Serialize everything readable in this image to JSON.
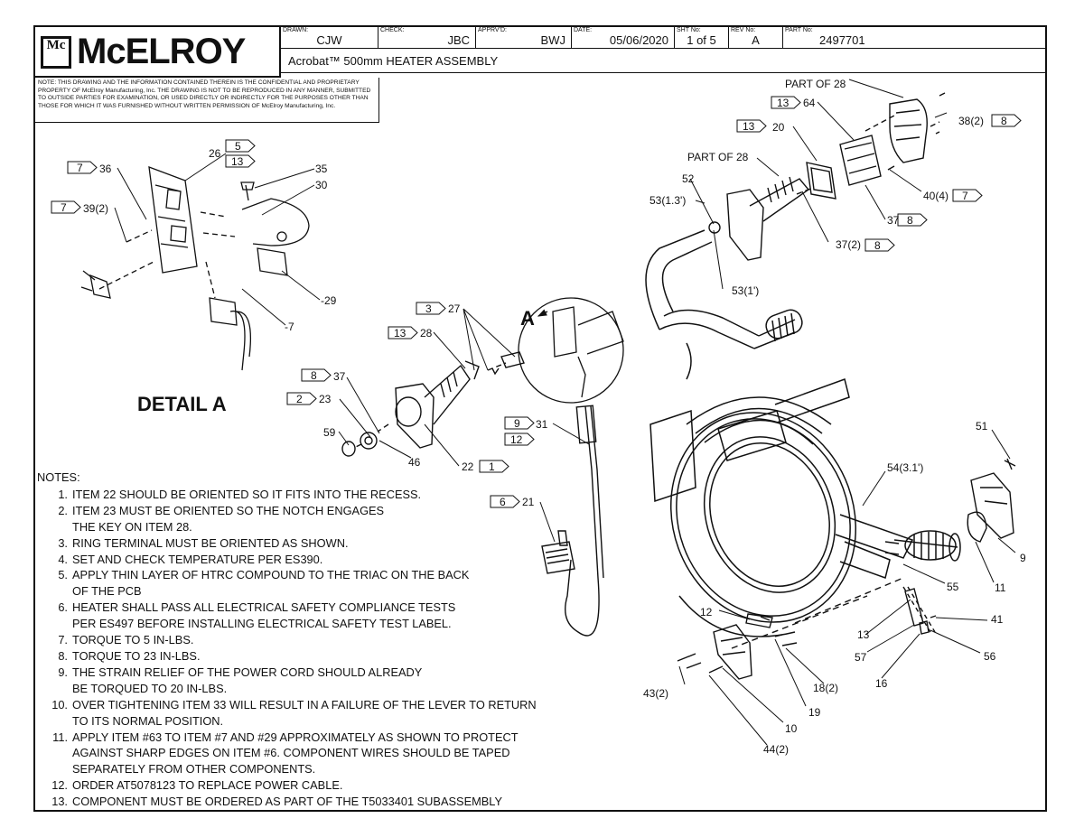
{
  "title_block": {
    "logo_mark": "Mc",
    "logo_text": "McELROY",
    "drawn_label": "DRAWN:",
    "drawn_value": "CJW",
    "check_label": "CHECK:",
    "check_value": "JBC",
    "apprvd_label": "APPRV'D:",
    "apprvd_value": "BWJ",
    "date_label": "DATE:",
    "date_value": "05/06/2020",
    "sht_label": "SHT No:",
    "sht_value": "1 of 5",
    "rev_label": "REV No:",
    "rev_value": "A",
    "part_label": "PART No:",
    "part_value": "2497701",
    "title": "Acrobat™ 500mm HEATER ASSEMBLY",
    "confidential_note": "NOTE: THIS DRAWING AND THE INFORMATION CONTAINED THEREIN IS THE CONFIDENTIAL AND PROPRIETARY PROPERTY OF McElroy Manufacturing, Inc. THE DRAWING IS NOT TO BE REPRODUCED IN ANY MANNER, SUBMITTED TO OUTSIDE PARTIES FOR EXAMINATION, OR USED DIRECTLY OR INDIRECTLY FOR THE PURPOSES OTHER THAN THOSE FOR WHICH IT WAS FURNISHED WITHOUT WRITTEN PERMISSION OF McElroy Manufacturing, Inc."
  },
  "detail_label": "DETAIL A",
  "detail_callout": "A",
  "callouts": {
    "c36": "36",
    "c39": "39(2)",
    "c26": "26",
    "c35": "35",
    "c30": "30",
    "c29": "-29",
    "c7": "-7",
    "c27": "27",
    "c28": "28",
    "c37a": "37",
    "c23": "23",
    "c59": "59",
    "c46": "46",
    "c22": "22",
    "c31": "31",
    "c21": "21",
    "c52": "52",
    "c53a": "53(1.3')",
    "c53b": "53(1')",
    "c20": "20",
    "c64": "64",
    "c_part28a": "PART OF 28",
    "c_part28b": "PART OF 28",
    "c38": "38(2)",
    "c40": "40(4)",
    "c37b": "37",
    "c37c": "37(2)",
    "c51": "51",
    "c54": "54(3.1')",
    "c9": "9",
    "c11": "11",
    "c55": "55",
    "c41": "41",
    "c56": "56",
    "c12": "12",
    "c13": "13",
    "c57": "57",
    "c16": "16",
    "c43": "43(2)",
    "c18": "18(2)",
    "c19": "19",
    "c10": "10",
    "c44": "44(2)"
  },
  "flags": {
    "f36": "7",
    "f39": "7",
    "f26a": "5",
    "f26b": "13",
    "f27": "3",
    "f28": "13",
    "f37": "8",
    "f23": "2",
    "f22": "1",
    "f31a": "9",
    "f31b": "12",
    "f21": "6",
    "f20": "13",
    "f64": "13",
    "f38": "8",
    "f40": "7",
    "f37b": "8",
    "f37c": "8"
  },
  "notes": {
    "heading": "NOTES:",
    "items": [
      {
        "num": "1.",
        "text": "ITEM 22 SHOULD BE ORIENTED SO IT FITS INTO THE RECESS."
      },
      {
        "num": "2.",
        "text": "ITEM 23 MUST BE ORIENTED SO THE NOTCH ENGAGES"
      },
      {
        "num": "",
        "text": "THE KEY ON ITEM 28."
      },
      {
        "num": "3.",
        "text": "RING TERMINAL MUST BE ORIENTED AS SHOWN."
      },
      {
        "num": "4.",
        "text": "SET AND CHECK TEMPERATURE PER ES390."
      },
      {
        "num": "5.",
        "text": "APPLY THIN LAYER OF HTRC COMPOUND TO THE TRIAC ON THE BACK"
      },
      {
        "num": "",
        "text": "OF THE PCB"
      },
      {
        "num": "6.",
        "text": "HEATER SHALL PASS ALL ELECTRICAL SAFETY COMPLIANCE TESTS"
      },
      {
        "num": "",
        "text": "PER ES497 BEFORE INSTALLING ELECTRICAL SAFETY TEST LABEL."
      },
      {
        "num": "7.",
        "text": "TORQUE TO 5 IN-LBS."
      },
      {
        "num": "8.",
        "text": "TORQUE TO 23 IN-LBS."
      },
      {
        "num": "9.",
        "text": "THE STRAIN RELIEF OF THE POWER CORD SHOULD ALREADY"
      },
      {
        "num": "",
        "text": "BE TORQUED TO 20 IN-LBS."
      },
      {
        "num": "10.",
        "text": "OVER TIGHTENING ITEM 33 WILL RESULT IN A FAILURE OF THE LEVER TO RETURN"
      },
      {
        "num": "",
        "text": "TO ITS NORMAL POSITION."
      },
      {
        "num": "11.",
        "text": "APPLY ITEM #63 TO ITEM #7 AND #29 APPROXIMATELY AS SHOWN TO PROTECT"
      },
      {
        "num": "",
        "text": "AGAINST SHARP EDGES ON ITEM #6. COMPONENT WIRES SHOULD BE TAPED"
      },
      {
        "num": "",
        "text": "SEPARATELY FROM OTHER COMPONENTS."
      },
      {
        "num": "12.",
        "text": "ORDER AT5078123 TO REPLACE POWER CABLE."
      },
      {
        "num": "13.",
        "text": "COMPONENT MUST BE ORDERED AS PART OF THE T5033401 SUBASSEMBLY"
      }
    ]
  }
}
